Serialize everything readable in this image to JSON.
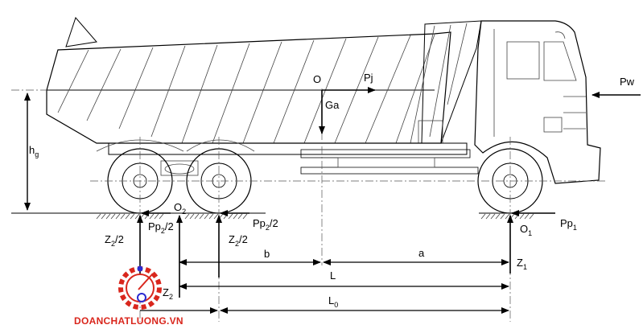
{
  "forces": {
    "pw": "Pw",
    "pj": "Pj",
    "ga": "Ga",
    "o": "O",
    "pp1": "Pp",
    "pp1_sub": "1",
    "pp2_left": "Pp",
    "pp2_left_sub": "2",
    "pp2_left_tail": "/2",
    "pp2_right": "Pp",
    "pp2_right_sub": "2",
    "pp2_right_tail": "/2"
  },
  "points": {
    "o1": "O",
    "o1_sub": "1",
    "o2": "O",
    "o2_sub": "2"
  },
  "reactions": {
    "z2_left": "Z",
    "z2_left_sub": "2",
    "z2_left_tail": "/2",
    "z2_mid": "Z",
    "z2_mid_sub": "2",
    "z2_mid_tail": "/2",
    "z2_bottom": "Z",
    "z2_bottom_sub": "2",
    "z1": "Z",
    "z1_sub": "1"
  },
  "dimensions": {
    "hg": "h",
    "hg_sub": "g",
    "b": "b",
    "a": "a",
    "L": "L",
    "L0": "L",
    "L0_sub": "0"
  },
  "watermark": {
    "text": "DOANCHATLUONG.VN",
    "color": "#d9261c"
  }
}
